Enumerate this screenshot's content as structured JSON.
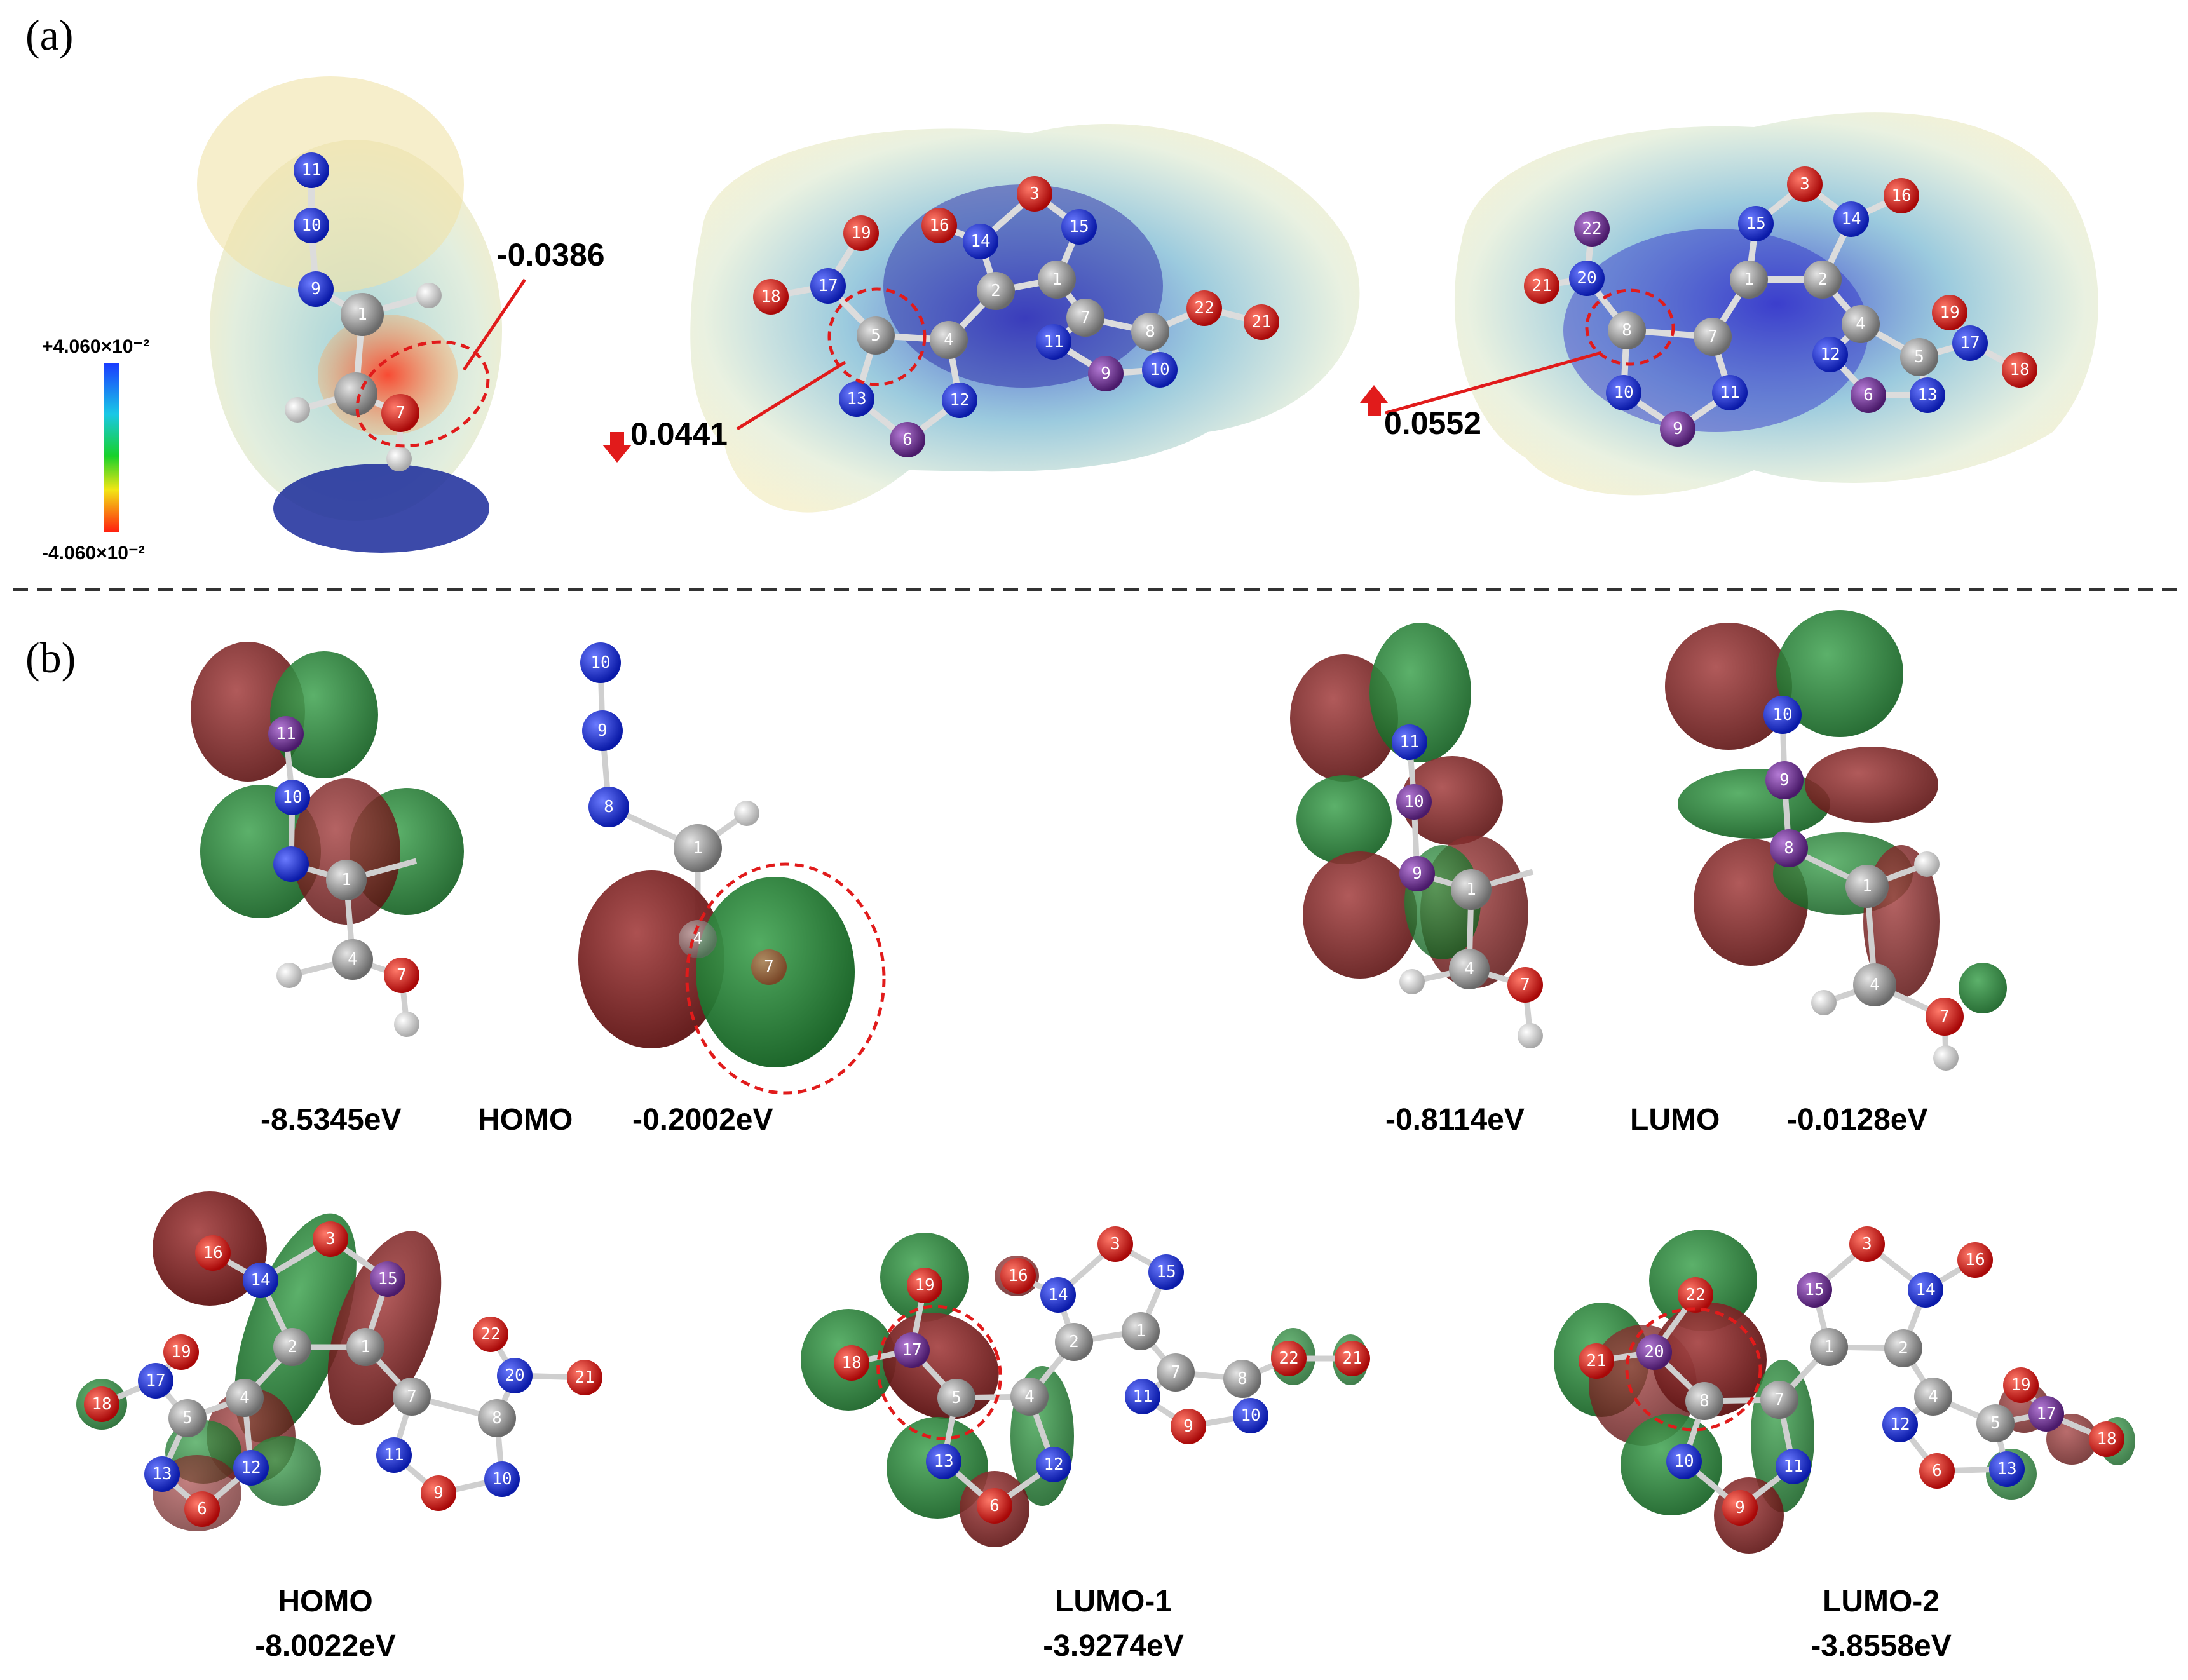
{
  "panels": {
    "a": "(a)",
    "b": "(b)"
  },
  "colorbar": {
    "max_label": "+4.060×10⁻²",
    "min_label": "-4.060×10⁻²",
    "max_value": 0.0406,
    "min_value": -0.0406
  },
  "esp_annotations": {
    "molecule1": "-0.0386",
    "molecule2": "0.0441",
    "molecule3": "0.0552"
  },
  "orbitals_top": {
    "left_energy": "-8.5345eV",
    "left_type": "HOMO",
    "left_energy2": "-0.2002eV",
    "right_energy": "-0.8114eV",
    "right_type": "LUMO",
    "right_energy2": "-0.0128eV"
  },
  "orbitals_bottom": [
    {
      "type": "HOMO",
      "energy": "-8.0022eV"
    },
    {
      "type": "LUMO-1",
      "energy": "-3.9274eV"
    },
    {
      "type": "LUMO-2",
      "energy": "-3.8558eV"
    }
  ],
  "colors": {
    "orbital_red": "#7a1e1e",
    "orbital_green": "#1f7a2e",
    "annotation_red": "#e11b1b",
    "nitrogen": "#1530d8",
    "oxygen": "#e01010",
    "carbon": "#9a9a9a",
    "hydrogen": "#e8e8e8"
  }
}
